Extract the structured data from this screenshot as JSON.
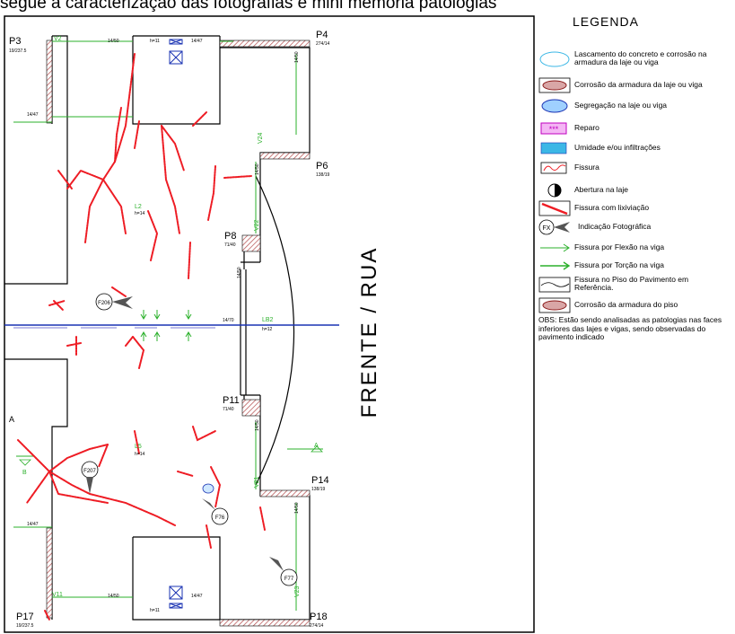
{
  "caption": "segue a caracterização das fotografias e mini memória patologias",
  "legend": {
    "title": "LEGENDA",
    "items": [
      {
        "label": "Lascamento do concreto e corrosão na armadura da laje ou viga"
      },
      {
        "label": "Corrosão da armadura da laje ou viga"
      },
      {
        "label": "Segregação na laje ou viga"
      },
      {
        "label": "Reparo"
      },
      {
        "label": "Umidade e/ou infiltrações"
      },
      {
        "label": "Fissura"
      },
      {
        "label": "Abertura na laje"
      },
      {
        "label": "Fissura com lixiviação"
      },
      {
        "label": "Indicação Fotográfica",
        "icon_text": "FX"
      },
      {
        "label": "Fissura por Flexão na viga"
      },
      {
        "label": "Fissura por Torção na viga"
      },
      {
        "label": "Fissura no Piso do Pavimento em Referência."
      },
      {
        "label": "Corrosão da armadura do piso"
      }
    ],
    "obs": "OBS: Estão sendo analisadas as patologias nas faces inferiores das lajes e vigas, sendo observadas do pavimento indicado"
  },
  "street_label": "FRENTE / RUA",
  "plan": {
    "pillars": {
      "p3": {
        "name": "P3",
        "dims": "19/237.5"
      },
      "p4": {
        "name": "P4",
        "dims": "274/14"
      },
      "p6": {
        "name": "P6",
        "dims": "138/19"
      },
      "p8": {
        "name": "P8",
        "dims": "71/40"
      },
      "p11": {
        "name": "P11",
        "dims": "71/40"
      },
      "p14": {
        "name": "P14",
        "dims": "138/19"
      },
      "p17": {
        "name": "P17",
        "dims": "19/237.5"
      },
      "p18": {
        "name": "P18",
        "dims": "274/14"
      }
    },
    "beams": {
      "v2": "V2",
      "v11": "V11",
      "v21": "V21",
      "v22": "V22",
      "v23": "V23",
      "v24": "V24",
      "lb2": "LB2",
      "lb2_h": "h=12"
    },
    "slabs": {
      "l2": "L2",
      "l2_h": "h=14",
      "l5": "L5",
      "l5_h": "h=14"
    },
    "dims": {
      "d_14_50": "14/50",
      "d_14_47": "14/47",
      "d_14_70": "14/70",
      "h11": "h=11"
    },
    "photos": {
      "f206": "F206",
      "f207": "F207",
      "f76": "F76",
      "f77": "F77"
    },
    "sections": {
      "a": "A",
      "b": "B"
    }
  },
  "colors": {
    "crack": "#ee1c24",
    "beam": "#2bb02b",
    "axis": "#1a33b3",
    "wall_hatch": "#b34a4a"
  }
}
